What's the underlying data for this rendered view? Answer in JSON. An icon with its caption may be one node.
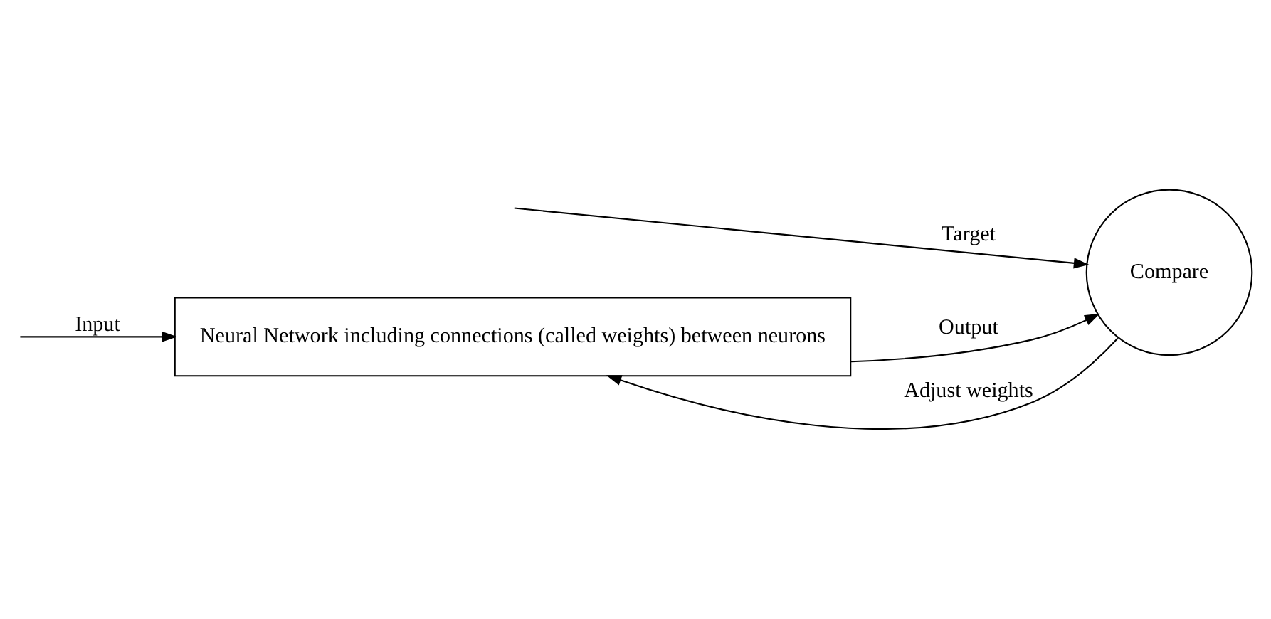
{
  "diagram": {
    "nodes": [
      {
        "text": [
          "Neural Network including connections (called weights) between neurons"
        ]
      },
      {
        "text": [
          "Compare"
        ]
      }
    ],
    "edges": [
      {
        "from": null,
        "to": 0,
        "arrow": "to",
        "label": "Input"
      },
      {
        "from": 0,
        "to": 1,
        "arrow": "to",
        "label": "Output"
      },
      {
        "from": null,
        "to": 1,
        "arrow": "to",
        "label": "Target"
      },
      {
        "from": 1,
        "to": 0,
        "arrow": "to",
        "label": "Adjust weights"
      }
    ]
  }
}
